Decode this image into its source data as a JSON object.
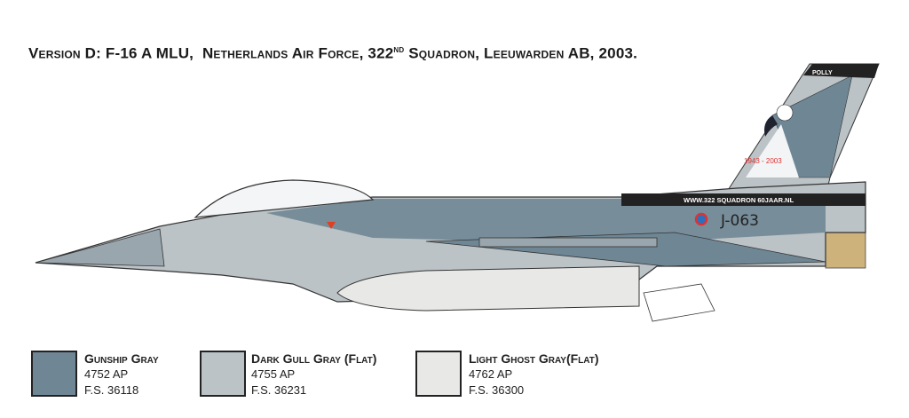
{
  "title": {
    "prefix": "Version D: F-16 A MLU,  Netherlands Air Force, 322",
    "sup": "nd",
    "suffix": " Squadron, Leeuwarden AB, 2003."
  },
  "aircraft": {
    "tail_name": "POLLY",
    "tail_years": "1943 - 2003",
    "band_text": "WWW.322 SQUADRON 60JAAR.NL",
    "serial": "J-063"
  },
  "colors": [
    {
      "name": "Gunship Gray",
      "code": "4752 AP",
      "fs": "F.S. 36118",
      "hex": "#6f8795"
    },
    {
      "name": "Dark Gull Gray (Flat)",
      "code": "4755 AP",
      "fs": "F.S. 36231",
      "hex": "#bcc3c6"
    },
    {
      "name": "Light Ghost Gray(Flat)",
      "code": "4762 AP",
      "fs": "F.S. 36300",
      "hex": "#e8e8e6"
    }
  ]
}
